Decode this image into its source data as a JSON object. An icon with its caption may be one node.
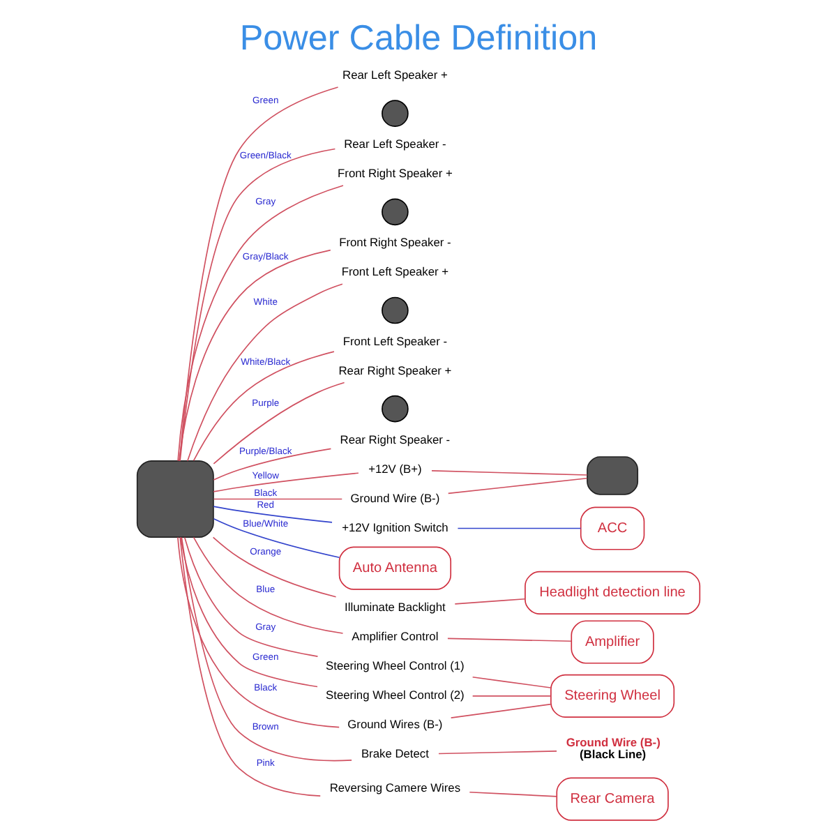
{
  "diagram": {
    "title": "Power Cable Definition",
    "nodes": [
      {
        "text": [],
        "shape": "box"
      },
      {
        "text": [
          "Rear Left Speaker +"
        ]
      },
      {
        "text": [
          "Rear Left Speaker -"
        ]
      },
      {
        "text": [
          "Front Right Speaker +"
        ]
      },
      {
        "text": [
          "Front Right Speaker -"
        ]
      },
      {
        "text": [
          "Front Left Speaker +"
        ]
      },
      {
        "text": [
          "Front Left Speaker -"
        ]
      },
      {
        "text": [
          "Rear Right Speaker +"
        ]
      },
      {
        "text": [
          "Rear Right Speaker -"
        ]
      },
      {
        "text": [],
        "shape": "circle"
      },
      {
        "text": [],
        "shape": "circle"
      },
      {
        "text": [],
        "shape": "circle"
      },
      {
        "text": [],
        "shape": "circle"
      },
      {
        "text": [
          "+12V (B+)"
        ]
      },
      {
        "text": [
          "Ground Wire (B-)"
        ]
      },
      {
        "text": [],
        "shape": "box"
      },
      {
        "text": [
          "+12V Ignition Switch"
        ]
      },
      {
        "text": [
          "ACC"
        ]
      },
      {
        "text": [
          "Auto Antenna"
        ]
      },
      {
        "text": [
          "Illuminate Backlight"
        ]
      },
      {
        "text": [
          "Headlight detection line"
        ]
      },
      {
        "text": [
          "Amplifier Control"
        ]
      },
      {
        "text": [
          "Amplifier"
        ]
      },
      {
        "text": [
          "Steering Wheel Control (1)"
        ]
      },
      {
        "text": [
          "Steering Wheel Control (2)"
        ]
      },
      {
        "text": [
          "Ground Wires (B-)"
        ]
      },
      {
        "text": [
          "Steering Wheel"
        ]
      },
      {
        "text": [
          "Brake Detect"
        ]
      },
      {
        "text": [
          "Ground Wire (B-)",
          "(Black Line)"
        ]
      },
      {
        "text": [
          "Reversing Camere Wires"
        ]
      },
      {
        "text": [
          "Rear Camera"
        ]
      }
    ],
    "edges": [
      {
        "from": 0,
        "to": 1,
        "arrow": "none",
        "label": "Green"
      },
      {
        "from": 0,
        "to": 2,
        "arrow": "none",
        "label": "Green/Black"
      },
      {
        "from": 0,
        "to": 3,
        "arrow": "none",
        "label": "Gray"
      },
      {
        "from": 0,
        "to": 4,
        "arrow": "none",
        "label": "Gray/Black"
      },
      {
        "from": 0,
        "to": 5,
        "arrow": "none",
        "label": "White"
      },
      {
        "from": 0,
        "to": 6,
        "arrow": "none",
        "label": "White/Black"
      },
      {
        "from": 0,
        "to": 7,
        "arrow": "none",
        "label": "Purple"
      },
      {
        "from": 0,
        "to": 8,
        "arrow": "none",
        "label": "Purple/Black"
      },
      {
        "from": 0,
        "to": 14,
        "arrow": "none",
        "label": "Black"
      },
      {
        "from": 0,
        "to": 16,
        "arrow": "none",
        "label": "Red",
        "color": "#3344cc"
      },
      {
        "from": 0,
        "to": 18,
        "arrow": "none",
        "label": "Blue/White",
        "color": "#3344cc"
      },
      {
        "from": 0,
        "to": 13,
        "arrow": "none",
        "label": "Yellow"
      },
      {
        "from": 0,
        "to": 19,
        "arrow": "none",
        "label": "Orange"
      },
      {
        "from": 0,
        "to": 21,
        "arrow": "none",
        "label": "Blue"
      },
      {
        "from": 0,
        "to": 23,
        "arrow": "none",
        "label": "Gray"
      },
      {
        "from": 0,
        "to": 24,
        "arrow": "none",
        "label": "Green"
      },
      {
        "from": 0,
        "to": 25,
        "arrow": "none",
        "label": "Black"
      },
      {
        "from": 0,
        "to": 27,
        "arrow": "none",
        "label": "Brown"
      },
      {
        "from": 0,
        "to": 29,
        "arrow": "none",
        "label": "Pink"
      },
      {
        "from": 14,
        "to": 15,
        "arrow": "none"
      },
      {
        "from": 13,
        "to": 15,
        "arrow": "none"
      },
      {
        "from": 16,
        "to": 17,
        "arrow": "none",
        "color": "#3344cc"
      },
      {
        "from": 19,
        "to": 20,
        "arrow": "none"
      },
      {
        "from": 21,
        "to": 22,
        "arrow": "none"
      },
      {
        "from": 23,
        "to": 26,
        "arrow": "none"
      },
      {
        "from": 24,
        "to": 26,
        "arrow": "none"
      },
      {
        "from": 25,
        "to": 26,
        "arrow": "none"
      },
      {
        "from": 27,
        "to": 28,
        "arrow": "none"
      },
      {
        "from": 29,
        "to": 30,
        "arrow": "none"
      }
    ]
  }
}
